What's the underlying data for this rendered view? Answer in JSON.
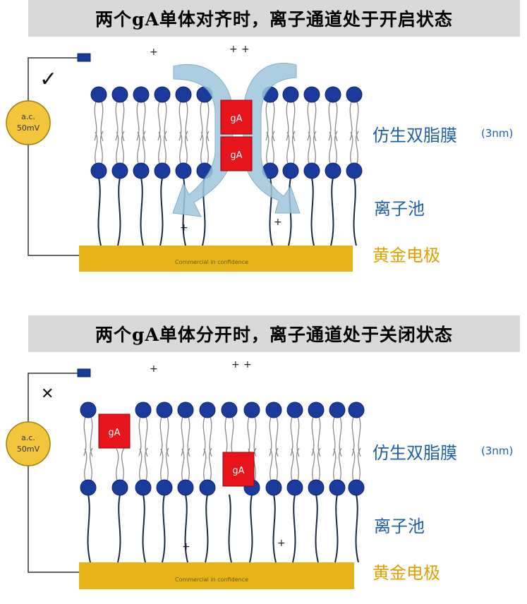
{
  "panels": [
    {
      "title": "两个gA单体对齐时，离子通道处于开启状态",
      "status_mark": "✓",
      "source": {
        "line1": "a.c.",
        "line2": "50mV"
      },
      "gA_labels": [
        "gA",
        "gA"
      ],
      "electrode_text": "Commercial in confidence",
      "membrane_label": "仿生双脂膜",
      "thickness": "(3nm)",
      "pool_label": "离子池",
      "electrode_label": "黄金电极"
    },
    {
      "title": "两个gA单体分开时，离子通道处于关闭状态",
      "status_mark": "✕",
      "source": {
        "line1": "a.c.",
        "line2": "50mV"
      },
      "gA_labels": [
        "gA",
        "gA"
      ],
      "electrode_text": "Commercial in confidence",
      "membrane_label": "仿生双脂膜",
      "thickness": "(3nm)",
      "pool_label": "离子池",
      "electrode_label": "黄金电极"
    }
  ],
  "ions": "+",
  "colors": {
    "lipid_head": "#1a3a9c",
    "gA_box": "#e8141b",
    "electrode": "#e6b417",
    "source": "#f2c53d",
    "arrow": "#9fc6dc",
    "banner": "#d9d9d9"
  }
}
